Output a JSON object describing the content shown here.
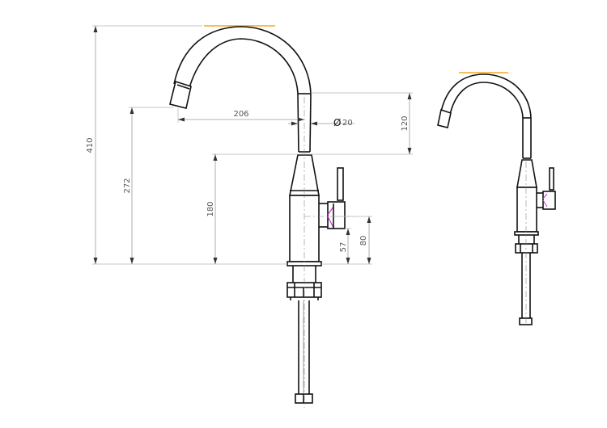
{
  "drawing": {
    "dimensions": {
      "total_height": "410",
      "spout_outlet_height": "272",
      "spout_reach": "206",
      "spout_diameter_symbol": "Ø",
      "spout_diameter": "20",
      "upper_spout_length": "120",
      "body_height": "180",
      "lever_height": "80",
      "lever_lower_height": "57"
    },
    "colors": {
      "outline": "#111111",
      "dimension": "#9a9a9a",
      "highlight_top": "#f5a623",
      "highlight_lever": "#cc33cc"
    }
  }
}
